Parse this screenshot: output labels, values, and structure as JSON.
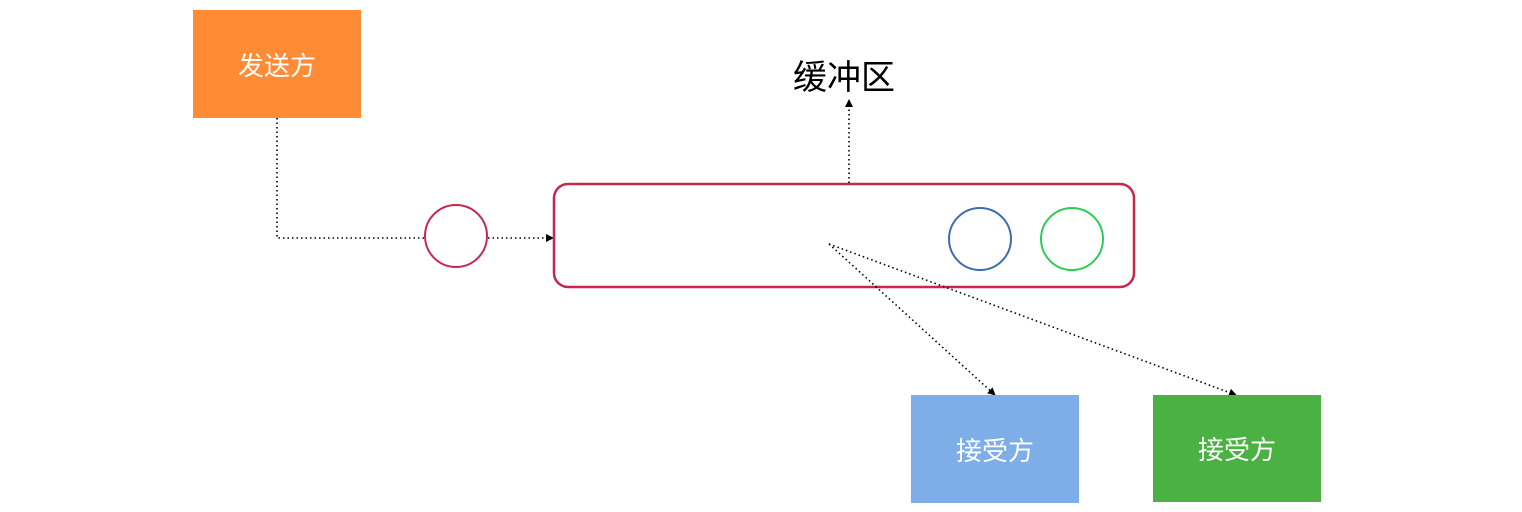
{
  "sender": {
    "label": "发送方",
    "color": "#FF8C35"
  },
  "buffer": {
    "label": "缓冲区",
    "border_color": "#C7264D"
  },
  "receivers": [
    {
      "label": "接受方",
      "color": "#7EAEE8"
    },
    {
      "label": "接受方",
      "color": "#4BB143"
    }
  ],
  "messages": {
    "in_transit_color": "#C7264D",
    "queued_colors": [
      "#3D6CB3",
      "#2ECC55"
    ]
  },
  "connector": {
    "style": "dotted",
    "color": "#000000"
  }
}
